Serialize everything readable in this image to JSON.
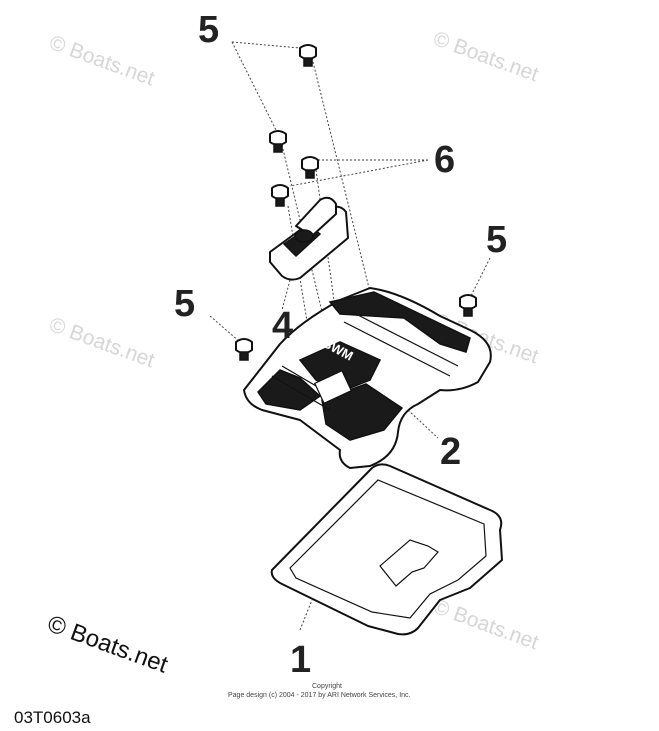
{
  "callouts": {
    "five_top": "5",
    "six": "6",
    "five_right": "5",
    "five_left": "5",
    "four": "4",
    "two": "2",
    "one": "1"
  },
  "watermark": {
    "text": "© Boats.net",
    "corner_text": "© Boats.net"
  },
  "copyright": {
    "line1": "Copyright",
    "line2": "Page design (c) 2004 - 2017 by ARI Network Services, Inc."
  },
  "diagram_code": "03T0603a",
  "cover_logo": "SWM"
}
